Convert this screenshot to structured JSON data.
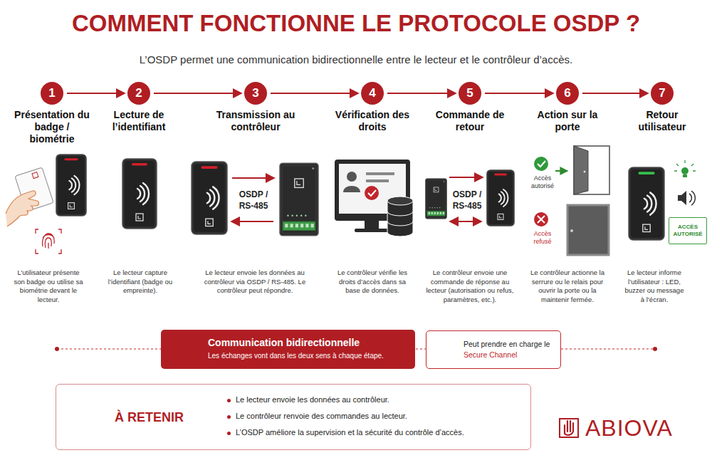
{
  "diagram": {
    "title": "COMMENT FONCTIONNE LE PROTOCOLE OSDP ?",
    "nodes": [
      {
        "text": [
          "1"
        ]
      },
      {
        "text": [
          "2"
        ]
      },
      {
        "text": [
          "3"
        ]
      },
      {
        "text": [
          "4"
        ]
      },
      {
        "text": [
          "5"
        ]
      },
      {
        "text": [
          "6"
        ]
      },
      {
        "text": [
          "7"
        ]
      },
      {
        "text": [
          "ACCÈS AUTORISÉ"
        ]
      },
      {
        "text": [
          "Communication bidirectionnelle",
          "Les échanges vont dans les deux sens à chaque étape."
        ]
      },
      {
        "text": [
          "Peut prendre en charge le",
          "Secure Channel"
        ]
      },
      {
        "text": [
          "À RETENIR",
          "Le lecteur envoie les données au contrôleur.",
          "Le contrôleur renvoie des commandes au lecteur.",
          "L’OSDP améliore la supervision et la sécurité du contrôle d’accès."
        ]
      }
    ],
    "edges": [
      {
        "from": 0,
        "to": 1,
        "arrow": "to"
      },
      {
        "from": 1,
        "to": 2,
        "arrow": "to"
      },
      {
        "from": 2,
        "to": 3,
        "arrow": "to"
      },
      {
        "from": 3,
        "to": 4,
        "arrow": "to"
      },
      {
        "from": 4,
        "to": 5,
        "arrow": "to"
      },
      {
        "from": 5,
        "to": 6,
        "arrow": "to"
      }
    ],
    "labels": [
      "L’OSDP permet une communication bidirectionnelle entre le lecteur et le contrôleur d’accès.",
      "Présentation du badge / biométrie",
      "Lecture de l’identifiant",
      "Transmission au contrôleur",
      "Vérification des droits",
      "Commande de retour",
      "Action sur la porte",
      "Retour utilisateur",
      "L’utilisateur présente son badge ou utilise sa biométrie devant le lecteur.",
      "Le lecteur capture l’identifiant (badge ou empreinte).",
      "Le lecteur envoie les données au contrôleur via OSDP / RS-485. Le contrôleur peut répondre.",
      "Le contrôleur vérifie les droits d’accès dans sa base de données.",
      "Le contrôleur envoie une commande de réponse au lecteur (autorisation ou refus, paramètres, etc.).",
      "Le contrôleur actionne la serrure ou le relais pour ouvrir la porte ou la maintenir fermée.",
      "Le lecteur informe l’utilisateur : LED, buzzer ou message à l’écran.",
      "OSDP / RS-485",
      "OSDP / RS-485",
      "Accès autorisé",
      "Accès refusé",
      "ABIOVA"
    ]
  }
}
